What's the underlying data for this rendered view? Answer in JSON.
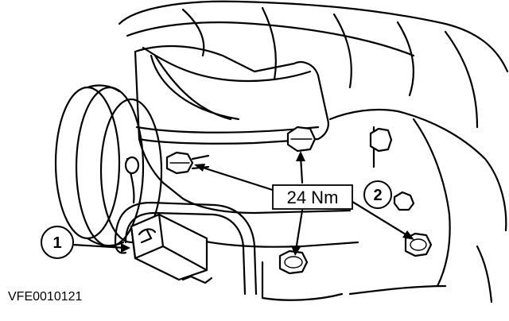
{
  "diagram": {
    "torque_label": "24 Nm",
    "callouts": [
      {
        "id": "1",
        "label": "1"
      },
      {
        "id": "2",
        "label": "2"
      }
    ],
    "reference_code": "VFE0010121"
  },
  "colors": {
    "line": "#000000",
    "background": "#ffffff"
  }
}
